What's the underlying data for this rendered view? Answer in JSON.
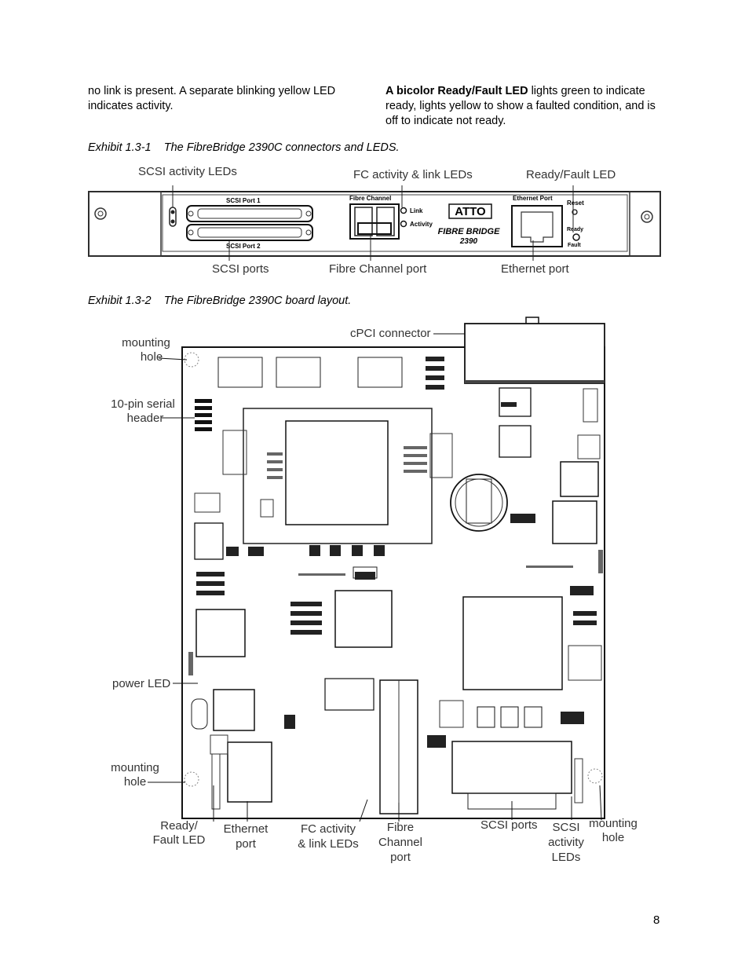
{
  "text": {
    "col1": "no link is present. A separate blinking yellow LED indicates activity.",
    "col2_bold": "A bicolor Ready/Fault LED",
    "col2_rest": " lights green to indicate ready, lights yellow to show a faulted condition, and is off to indicate not ready."
  },
  "exhibit1": {
    "caption": "Exhibit 1.3-1    The FibreBridge 2390C connectors and LEDS.",
    "labels": {
      "scsi_activity": "SCSI activity LEDs",
      "fc_activity": "FC activity & link LEDs",
      "ready_fault": "Ready/Fault LED",
      "scsi_ports": "SCSI ports",
      "fc_port": "Fibre Channel port",
      "eth_port": "Ethernet port"
    },
    "panel": {
      "scsi_port1": "SCSI Port 1",
      "scsi_port2": "SCSI Port 2",
      "fibre_channel": "Fibre Channel",
      "link": "Link",
      "activity": "Activity",
      "atto": "ATTO",
      "fibrebridge": "FIBRE BRIDGE",
      "model": "2390",
      "ethernet_port": "Ethernet Port",
      "reset": "Reset",
      "ready": "Ready",
      "fault": "Fault"
    }
  },
  "exhibit2": {
    "caption": "Exhibit 1.3-2    The FibreBridge 2390C board layout.",
    "labels": {
      "cpci": "cPCI connector",
      "mounting_hole_tl_1": "mounting",
      "mounting_hole_tl_2": "hole",
      "serial_1": "10-pin serial",
      "serial_2": "header",
      "power_led": "power LED",
      "mounting_hole_bl_1": "mounting",
      "mounting_hole_bl_2": "hole",
      "ready_fault_1": "Ready/",
      "ready_fault_2": "Fault LED",
      "eth_1": "Ethernet",
      "eth_2": "port",
      "fc_leds_1": "FC activity",
      "fc_leds_2": "& link LEDs",
      "fibre_1": "Fibre",
      "fibre_2": "Channel",
      "fibre_3": "port",
      "scsi_ports": "SCSI ports",
      "scsi_leds_1": "SCSI",
      "scsi_leds_2": "activity",
      "scsi_leds_3": "LEDs",
      "mounting_hole_br_1": "mounting",
      "mounting_hole_br_2": "hole"
    }
  },
  "page_number": "8"
}
